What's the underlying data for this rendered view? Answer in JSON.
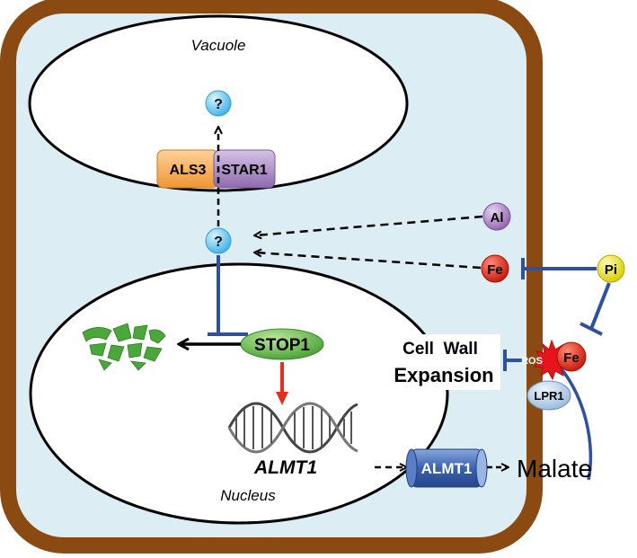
{
  "labels": {
    "vacuole": "Vacuole",
    "nucleus": "Nucleus",
    "als3": "ALS3",
    "star1": "STAR1",
    "unknown_top": "?",
    "unknown_mid": "?",
    "stop1": "STOP1",
    "almt1_gene": "ALMT1",
    "almt1_channel": "ALMT1",
    "al": "Al",
    "fe_left": "Fe",
    "pi": "Pi",
    "ros": "ROS",
    "fe_right": "Fe",
    "lpr1": "LPR1",
    "cell_wall_line1": "Cell  Wall",
    "cell_wall_line2": "Expansion",
    "malate": "Malate"
  },
  "colors": {
    "cell_wall": "#8b4a11",
    "cytoplasm": "#dcedf3",
    "inhibition": "#2f4f9f",
    "induction": "#e0301e",
    "als3": "#f5a343",
    "star1": "#9a7ab8",
    "unknown": "#6cc8ef",
    "stop1": "#4aa83a",
    "al": "#a777c2",
    "fe": "#e02518",
    "pi": "#f2ea1c",
    "ros": "#e8141c",
    "lpr1": "#a9c8e3",
    "almt1_channel": "#3f64b0"
  },
  "icons": [
    "degraded-protein-fragments-icon",
    "dna-double-helix-icon"
  ]
}
